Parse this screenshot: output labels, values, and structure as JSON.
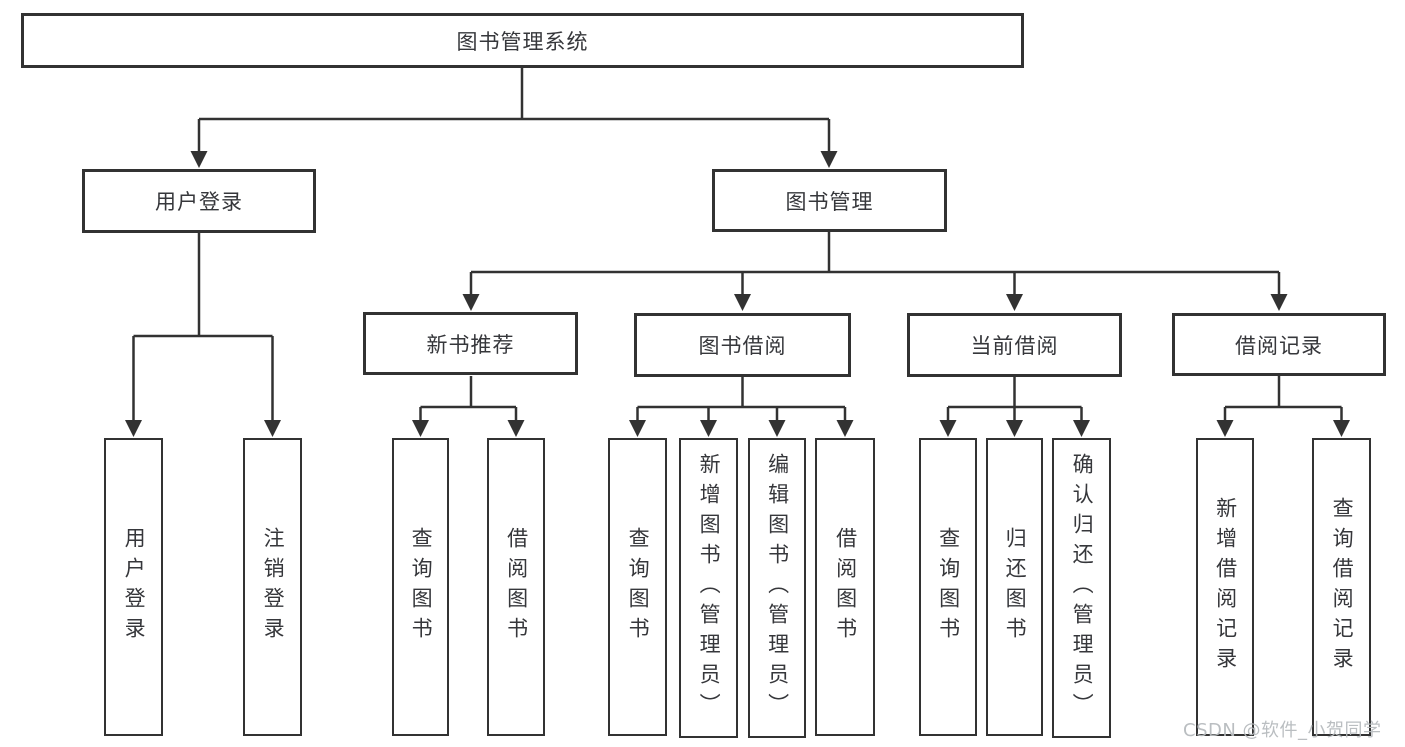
{
  "tree": {
    "root": "图书管理系统",
    "branches": [
      {
        "label": "用户登录",
        "leaves": [
          "用户登录",
          "注销登录"
        ]
      },
      {
        "label": "图书管理",
        "groups": [
          {
            "label": "新书推荐",
            "leaves": [
              "查询图书",
              "借阅图书"
            ]
          },
          {
            "label": "图书借阅",
            "leaves": [
              "查询图书",
              "新增图书（管理员）",
              "编辑图书（管理员）",
              "借阅图书"
            ]
          },
          {
            "label": "当前借阅",
            "leaves": [
              "查询图书",
              "归还图书",
              "确认归还（管理员）"
            ]
          },
          {
            "label": "借阅记录",
            "leaves": [
              "新增借阅记录",
              "查询借阅记录"
            ]
          }
        ]
      }
    ]
  },
  "watermark": {
    "text": "CSDN @软件_小贺同学"
  },
  "colors": {
    "line": "#323232",
    "text": "#36373b",
    "watermark": "#b7bbbe",
    "background": "#ffffff"
  }
}
